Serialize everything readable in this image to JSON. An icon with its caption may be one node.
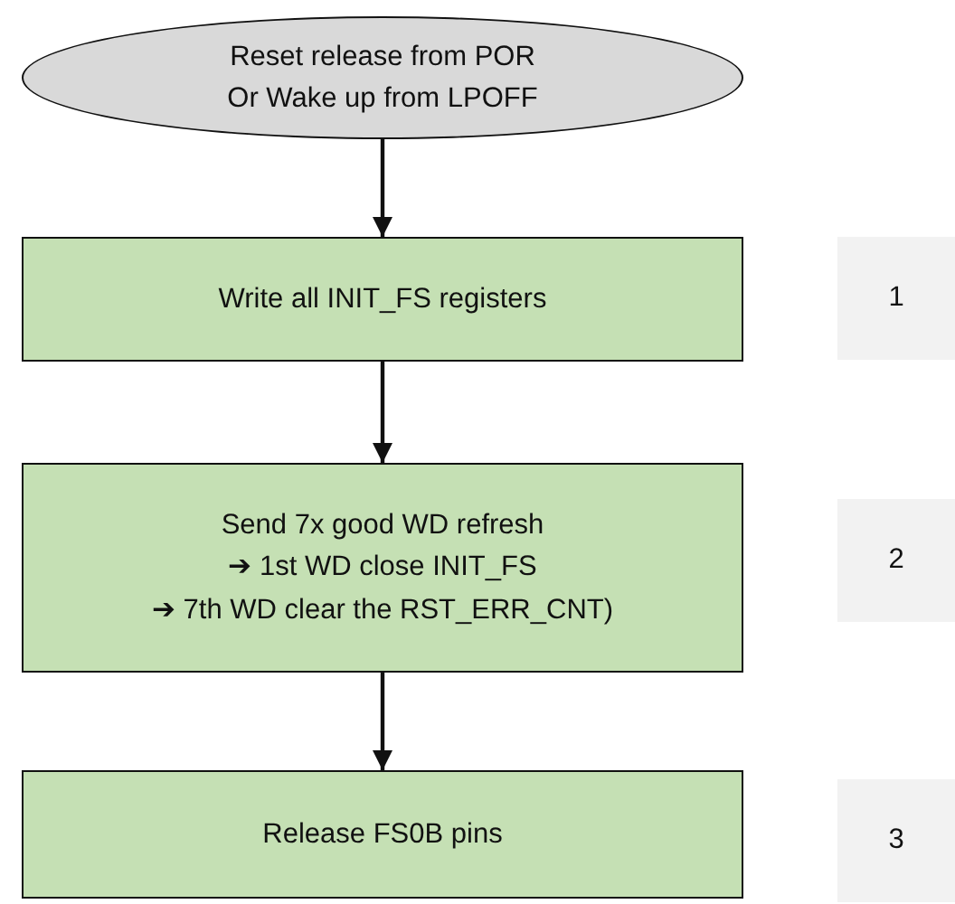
{
  "diagram": {
    "nodes": [
      {
        "text": [
          "Reset release from POR",
          "Or Wake up from LPOFF"
        ]
      },
      {
        "text": [
          "Write all INIT_FS registers"
        ]
      },
      {
        "text": [
          "1"
        ]
      },
      {
        "text": [
          "Send 7x good WD refresh",
          "➔ 1st WD close INIT_FS",
          "➔ 7th WD clear the RST_ERR_CNT)"
        ]
      },
      {
        "text": [
          "2"
        ]
      },
      {
        "text": [
          "Release FS0B pins"
        ]
      },
      {
        "text": [
          "3"
        ]
      }
    ],
    "edges": [
      {
        "from": 0,
        "to": 1,
        "arrow": "to"
      },
      {
        "from": 1,
        "to": 3,
        "arrow": "to"
      },
      {
        "from": 3,
        "to": 5,
        "arrow": "to"
      }
    ]
  }
}
